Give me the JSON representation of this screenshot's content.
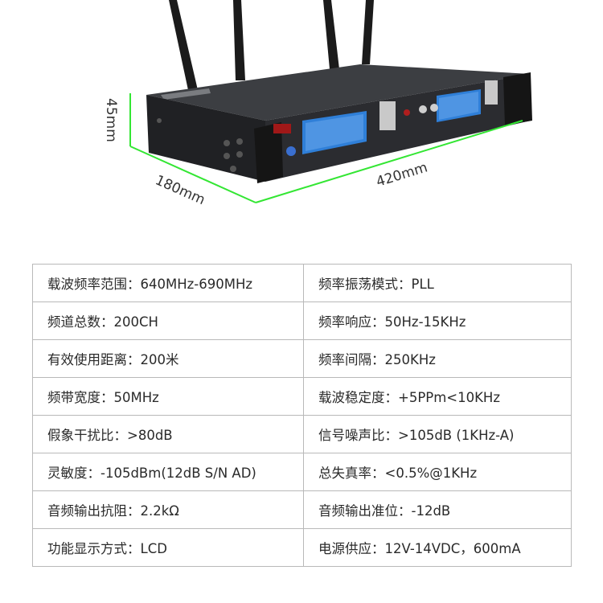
{
  "figure": {
    "dimension_height": "45mm",
    "dimension_depth": "180mm",
    "dimension_width": "420mm",
    "accent_color": "#33e633"
  },
  "specs": [
    [
      "载波频率范围：640MHz-690MHz",
      "频率振荡模式：PLL"
    ],
    [
      "频道总数：200CH",
      "频率响应：50Hz-15KHz"
    ],
    [
      "有效使用距离：200米",
      "频率间隔：250KHz"
    ],
    [
      "频带宽度：50MHz",
      "载波稳定度：+5PPm<10KHz"
    ],
    [
      "假象干扰比：>80dB",
      "信号噪声比：>105dB (1KHz-A)"
    ],
    [
      "灵敏度：-105dBm(12dB S/N AD)",
      "总失真率：<0.5%@1KHz"
    ],
    [
      "音频输出抗阻：2.2kΩ",
      "音频输出准位：-12dB"
    ],
    [
      "功能显示方式：LCD",
      "电源供应：12V-14VDC，600mA"
    ]
  ]
}
